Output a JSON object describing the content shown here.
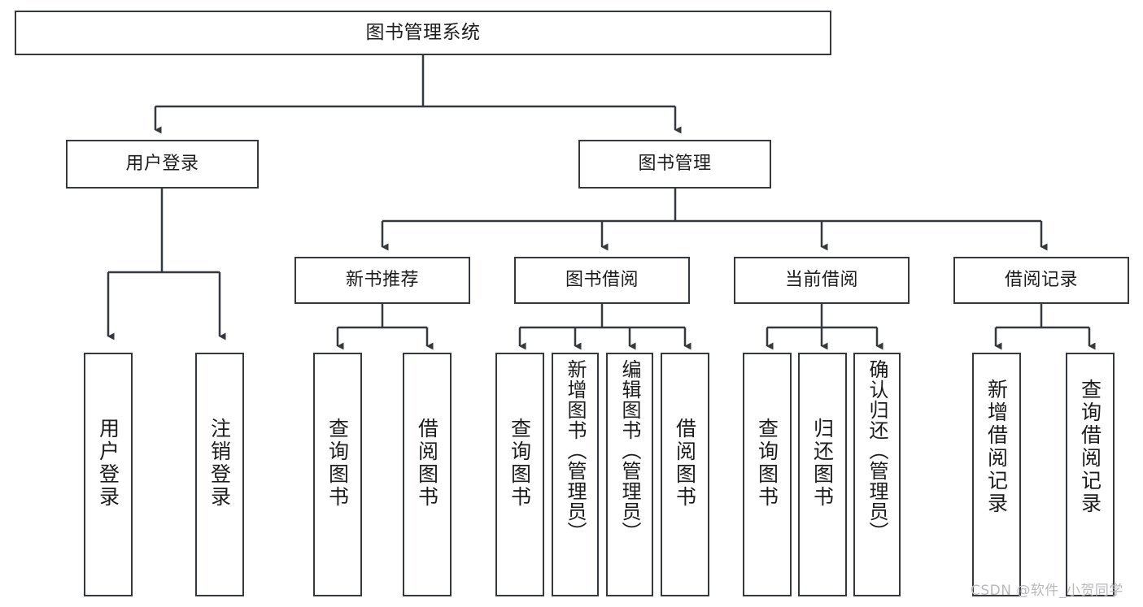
{
  "diagram": {
    "title": "图书管理系统",
    "type": "tree-hierarchy-chart",
    "root": {
      "label": "图书管理系统"
    },
    "level2": [
      {
        "label": "用户登录"
      },
      {
        "label": "图书管理"
      }
    ],
    "level3": [
      {
        "label": "新书推荐"
      },
      {
        "label": "图书借阅"
      },
      {
        "label": "当前借阅"
      },
      {
        "label": "借阅记录"
      }
    ],
    "leaves": {
      "user_login": [
        {
          "label": "用户登录"
        },
        {
          "label": "注销登录"
        }
      ],
      "new_book_recommend": [
        {
          "label": "查询图书"
        },
        {
          "label": "借阅图书"
        }
      ],
      "book_borrow": [
        {
          "label": "查询图书"
        },
        {
          "label": "新增图书（管理员）"
        },
        {
          "label": "编辑图书（管理员）"
        },
        {
          "label": "借阅图书"
        }
      ],
      "current_borrow": [
        {
          "label": "查询图书"
        },
        {
          "label": "归还图书"
        },
        {
          "label": "确认归还（管理员）"
        }
      ],
      "borrow_record": [
        {
          "label": "新增借阅记录"
        },
        {
          "label": "查询借阅记录"
        }
      ]
    }
  },
  "watermark": {
    "text": "CSDN @软件_小贺同学"
  },
  "colors": {
    "stroke": "#35383d",
    "fill": "#ffffff",
    "text": "#1c1c1c",
    "watermark": "#b9b9b9"
  }
}
